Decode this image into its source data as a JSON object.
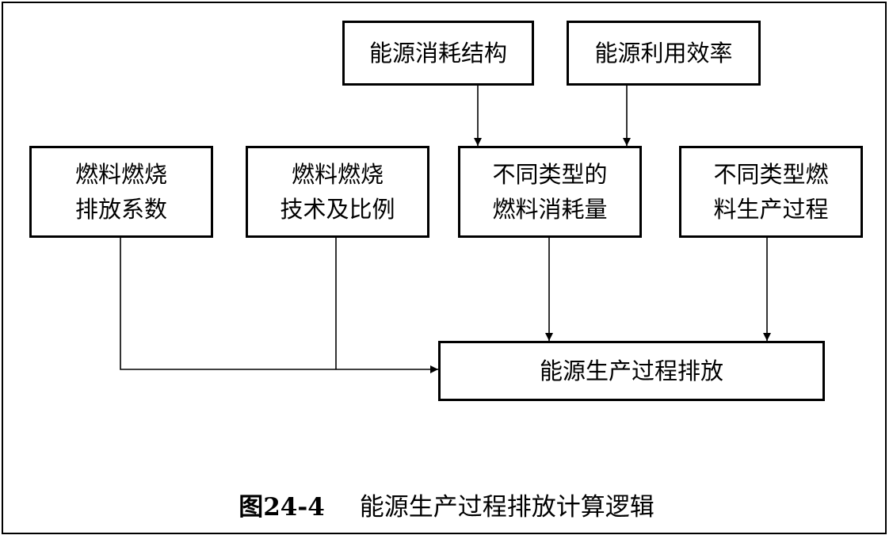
{
  "diagram": {
    "nodes": {
      "energy_structure": "能源消耗结构",
      "energy_efficiency": "能源利用效率",
      "emission_factor": "燃料燃烧\n排放系数",
      "combustion_tech": "燃料燃烧\n技术及比例",
      "fuel_consumption": "不同类型的\n燃料消耗量",
      "fuel_production": "不同类型燃\n料生产过程",
      "production_emission": "能源生产过程排放"
    },
    "edges": [
      {
        "from": "energy_structure",
        "to": "fuel_consumption"
      },
      {
        "from": "energy_efficiency",
        "to": "fuel_consumption"
      },
      {
        "from": "emission_factor",
        "to": "production_emission"
      },
      {
        "from": "combustion_tech",
        "to": "production_emission"
      },
      {
        "from": "fuel_consumption",
        "to": "production_emission"
      },
      {
        "from": "fuel_production",
        "to": "production_emission"
      }
    ]
  },
  "caption": {
    "number": "图24-4",
    "text": "能源生产过程排放计算逻辑"
  }
}
